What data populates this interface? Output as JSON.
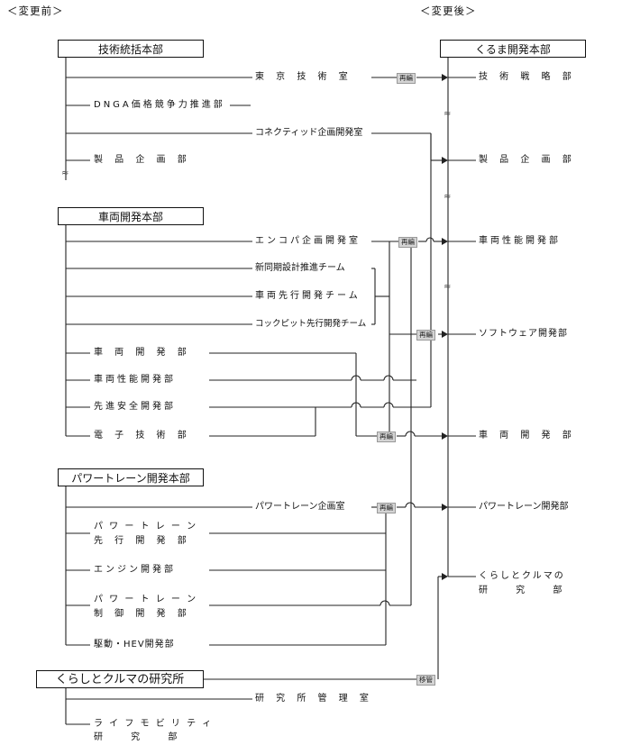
{
  "header": {
    "before": "＜変更前＞",
    "after": "＜変更後＞"
  },
  "left": {
    "tech_hq": {
      "title": "技術統括本部",
      "items": [
        "東 京 技 術 室",
        "DNGA価格競争力推進部",
        "コネクティッド企画開発室",
        "製 品 企 画 部"
      ]
    },
    "vehicle_hq": {
      "title": "車両開発本部",
      "items": [
        "エンコパ企画開発室",
        "新同期設計推進チーム",
        "車両先行開発チーム",
        "コックピット先行開発チーム",
        "車 両 開 発 部",
        "車両性能開発部",
        "先進安全開発部",
        "電 子 技 術 部"
      ]
    },
    "powertrain_hq": {
      "title": "パワートレーン開発本部",
      "items": [
        "パワートレーン企画室",
        "パ ワ ー ト レ ー ン",
        "先 行 開 発 部",
        "エンジン開発部",
        "パ ワ ー ト レ ー ン",
        "制 御 開 発 部",
        "駆動・HEV開発部"
      ]
    },
    "lab": {
      "title": "くらしとクルマの研究所",
      "items": [
        "研 究 所 管 理 室",
        "ラ イ フ モ ビ リ テ ィ",
        "研 究 部"
      ]
    }
  },
  "right": {
    "title": "くるま開発本部",
    "items": [
      "技 術 戦 略 部",
      "製 品 企 画 部",
      "車両性能開発部",
      "ソフトウェア開発部",
      "車 両 開 発 部",
      "パワートレーン開発部",
      "くらしとクルマの",
      "研 究 部"
    ]
  },
  "tags": {
    "reorg": "再編",
    "transfer": "移管"
  },
  "break_mark": "≈"
}
